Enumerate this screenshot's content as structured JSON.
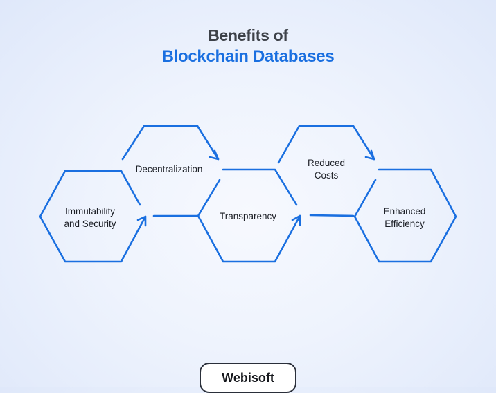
{
  "title": {
    "line1": "Benefits of",
    "line2": "Blockchain Databases"
  },
  "colors": {
    "accent": "#1a6fe0",
    "title_dark": "#3d4148",
    "stroke": "#1a6fe0"
  },
  "nodes": [
    {
      "id": "immutability",
      "lines": [
        "Immutability",
        "and Security"
      ]
    },
    {
      "id": "decentralization",
      "lines": [
        "Decentralization"
      ]
    },
    {
      "id": "transparency",
      "lines": [
        "Transparency"
      ]
    },
    {
      "id": "reduced-costs",
      "lines": [
        "Reduced",
        "Costs"
      ]
    },
    {
      "id": "enhanced-efficiency",
      "lines": [
        "Enhanced",
        "Efficiency"
      ]
    }
  ],
  "brand": "Webisoft"
}
